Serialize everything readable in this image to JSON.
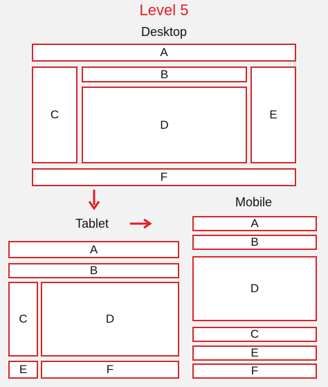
{
  "title": "Level 5",
  "desktop": {
    "label": "Desktop",
    "A": "A",
    "B": "B",
    "C": "C",
    "D": "D",
    "E": "E",
    "F": "F"
  },
  "tablet": {
    "label": "Tablet",
    "A": "A",
    "B": "B",
    "C": "C",
    "D": "D",
    "E": "E",
    "F": "F"
  },
  "mobile": {
    "label": "Mobile",
    "A": "A",
    "B": "B",
    "D": "D",
    "C": "C",
    "E": "E",
    "F": "F"
  },
  "colors": {
    "accent": "#d6272a",
    "title": "#e01f26",
    "background": "#f2f2f2",
    "box": "#ffffff"
  }
}
